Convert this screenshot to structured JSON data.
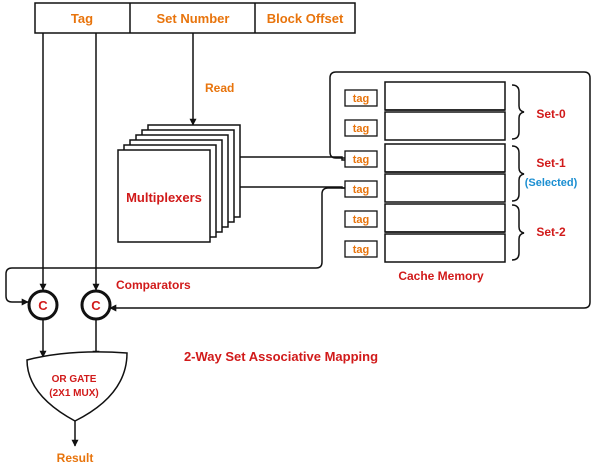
{
  "address": {
    "tag": "Tag",
    "set_number": "Set Number",
    "block_offset": "Block Offset"
  },
  "read_label": "Read",
  "multiplexers_label": "Multiplexers",
  "cache": {
    "tag_label": "tag",
    "memory_label": "Cache Memory",
    "sets": [
      {
        "label": "Set-0",
        "note": ""
      },
      {
        "label": "Set-1",
        "note": "(Selected)"
      },
      {
        "label": "Set-2",
        "note": ""
      }
    ]
  },
  "comparators": {
    "symbol": "C",
    "label": "Comparators"
  },
  "gate": {
    "line1": "OR GATE",
    "line2": "(2X1 MUX)"
  },
  "result_label": "Result",
  "diagram_title": "2-Way Set Associative Mapping",
  "colors": {
    "orange": "#e8740c",
    "red": "#d11a1a",
    "blue": "#1a8ed1",
    "line": "#111111"
  }
}
